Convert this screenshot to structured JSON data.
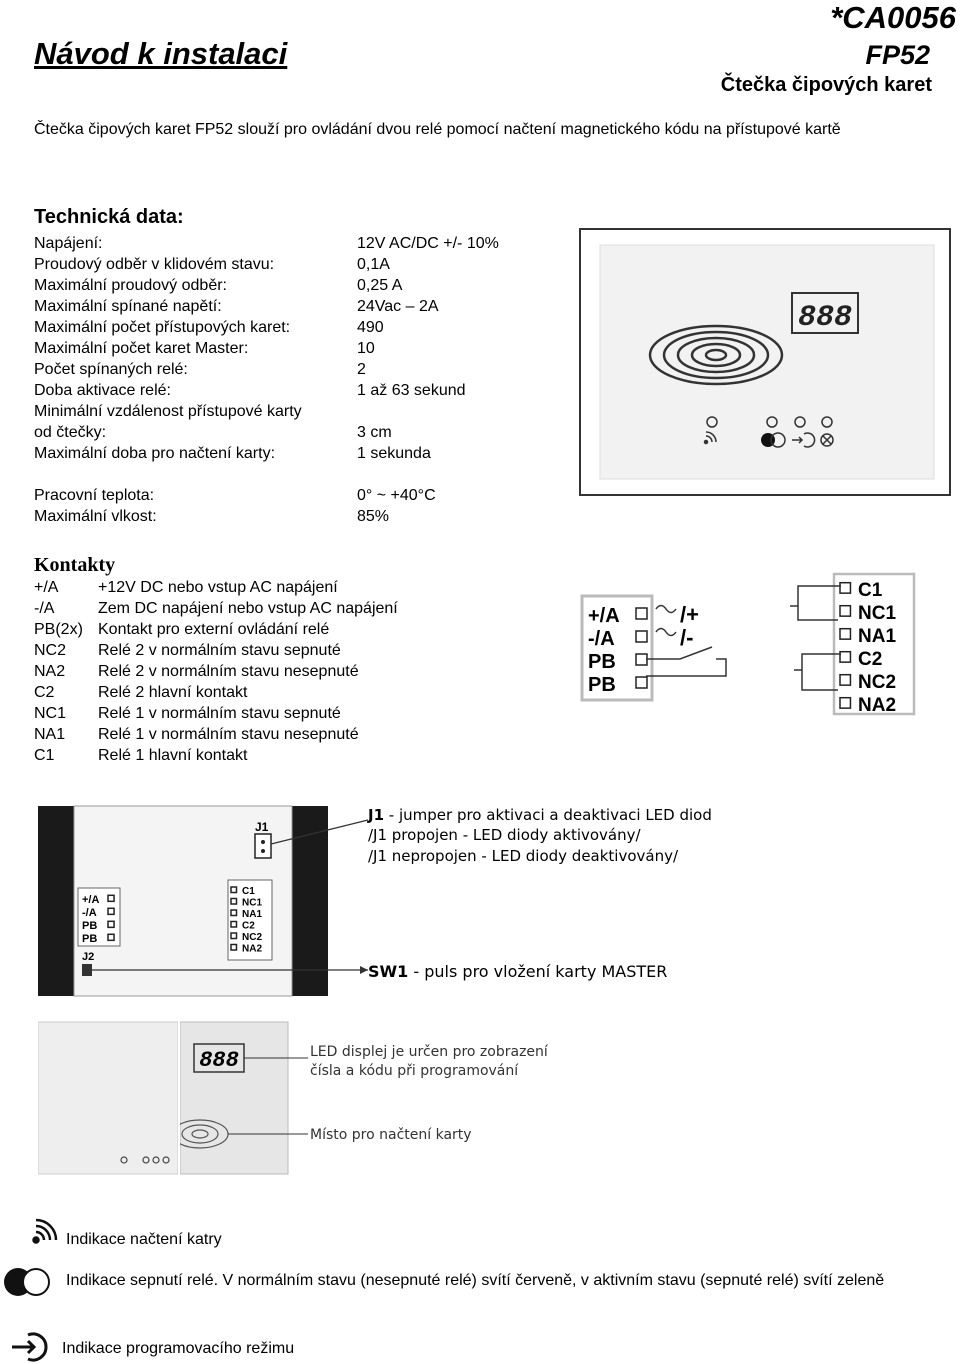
{
  "header": {
    "code": "*CA0056",
    "title": "Návod k instalaci",
    "model": "FP52",
    "subtitle": "Čtečka čipových karet"
  },
  "intro": "Čtečka čipových karet FP52 slouží pro ovládání dvou relé pomocí načtení magnetického kódu na přístupové kartě",
  "tech": {
    "heading": "Technická data:",
    "rows": [
      {
        "label": "Napájení:",
        "value": "12V AC/DC +/- 10%"
      },
      {
        "label": "Proudový odběr v klidovém stavu:",
        "value": "0,1A"
      },
      {
        "label": "Maximální proudový odběr:",
        "value": "0,25 A"
      },
      {
        "label": "Maximální spínané napětí:",
        "value": "24Vac – 2A"
      },
      {
        "label": "Maximální počet přístupových karet:",
        "value": "490"
      },
      {
        "label": "Maximální počet karet Master:",
        "value": "10"
      },
      {
        "label": "Počet spínaných relé:",
        "value": "2"
      },
      {
        "label": "Doba aktivace relé:",
        "value": "1 až 63 sekund"
      },
      {
        "label": "Minimální vzdálenost přístupové karty",
        "value": ""
      },
      {
        "label": "od čtečky:",
        "value": "3 cm"
      },
      {
        "label": "Maximální doba pro načtení karty:",
        "value": "1 sekunda"
      },
      {
        "label": "Pracovní teplota:",
        "value": "0° ~ +40°C"
      },
      {
        "label": "Maximální vlkost:",
        "value": "85%"
      }
    ]
  },
  "contacts": {
    "heading": "Kontakty",
    "rows": [
      {
        "code": "+/A",
        "desc": "+12V DC nebo vstup AC napájení"
      },
      {
        "code": "-/A",
        "desc": "Zem DC napájení nebo vstup AC napájení"
      },
      {
        "code": "PB(2x)",
        "desc": "Kontakt pro externí ovládání relé"
      },
      {
        "code": "NC2",
        "desc": "Relé 2 v normálním stavu sepnuté"
      },
      {
        "code": "NA2",
        "desc": "Relé 2 v normálním stavu nesepnuté"
      },
      {
        "code": "C2",
        "desc": "Relé 2 hlavní kontakt"
      },
      {
        "code": "NC1",
        "desc": "Relé 1 v normálním stavu sepnuté"
      },
      {
        "code": "NA1",
        "desc": "Relé 1 v normálním stavu nesepnuté"
      },
      {
        "code": "C1",
        "desc": "Relé 1 hlavní kontakt"
      }
    ]
  },
  "device": {
    "display": "888"
  },
  "wiring": {
    "left": [
      "+/A",
      "-/A",
      "PB",
      "PB"
    ],
    "right": [
      "C1",
      "NC1",
      "NA1",
      "C2",
      "NC2",
      "NA2"
    ],
    "supply": [
      "/+",
      "/-"
    ]
  },
  "board": {
    "j1": "J1",
    "j2": "J2",
    "left": [
      "+/A",
      "-/A",
      "PB",
      "PB"
    ],
    "right": [
      "C1",
      "NC1",
      "NA1",
      "C2",
      "NC2",
      "NA2"
    ],
    "notes": {
      "j1_1": "J1",
      "j1_1_rest": " - jumper pro aktivaci a deaktivaci LED diod",
      "j1_2": "/J1 propojen - LED diody aktivovány/",
      "j1_3": "/J1 nepropojen - LED diody deaktivovány/",
      "sw1": "SW1",
      "sw1_rest": " - puls pro vložení karty MASTER"
    }
  },
  "front": {
    "display": "888",
    "led_note_1": "LED displej je určen pro zobrazení",
    "led_note_2": "čísla a kódu při programování",
    "read_note": "Místo pro načtení karty"
  },
  "legend": {
    "read": "Indikace načtení katry",
    "relay": "Indikace sepnutí relé. V normálním stavu (nesepnuté relé) svítí červeně, v aktivním stavu (sepnuté relé) svítí zeleně",
    "program": "Indikace programovacího režimu"
  }
}
